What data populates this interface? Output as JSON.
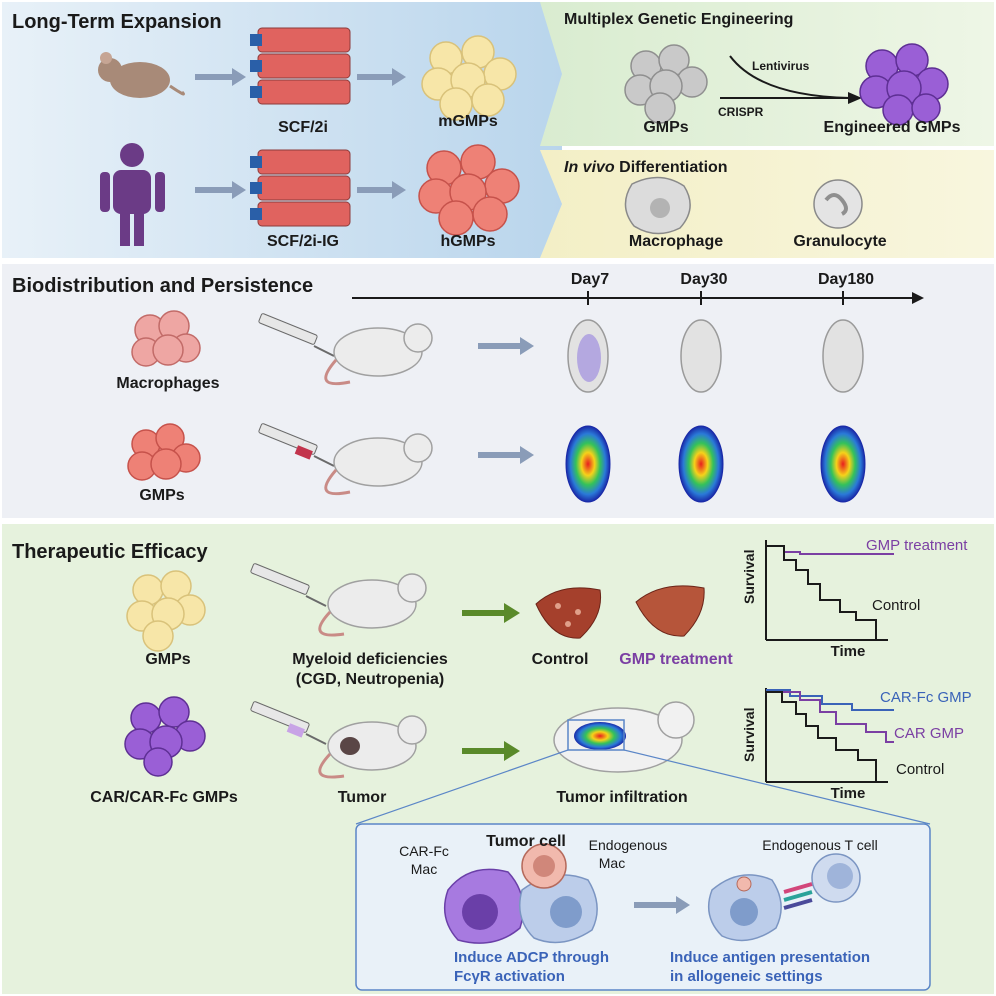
{
  "expansion": {
    "title": "Long-Term Expansion",
    "mouse_medium": "SCF/2i",
    "mouse_product": "mGMPs",
    "human_medium": "SCF/2i-IG",
    "human_product": "hGMPs"
  },
  "engineering": {
    "title": "Multiplex Genetic Engineering",
    "method_lenti": "Lentivirus",
    "method_crispr": "CRISPR",
    "input": "GMPs",
    "output": "Engineered GMPs"
  },
  "differentiation": {
    "title_italic": "In vivo",
    "title_rest": " Differentiation",
    "cell_1": "Macrophage",
    "cell_2": "Granulocyte"
  },
  "biodistribution": {
    "title": "Biodistribution and Persistence",
    "timepoints": [
      "Day7",
      "Day30",
      "Day180"
    ],
    "row_1": "Macrophages",
    "row_2": "GMPs"
  },
  "efficacy": {
    "title": "Therapeutic Efficacy",
    "gmps": "GMPs",
    "disease_line1": "Myeloid deficiencies",
    "disease_line2": "(CGD, Neutropenia)",
    "liver_control": "Control",
    "liver_treated": "GMP treatment",
    "car_gmps": "CAR/CAR-Fc GMPs",
    "tumor": "Tumor",
    "tumor_infiltration": "Tumor infiltration",
    "chart1": {
      "ylabel": "Survival",
      "xlabel": "Time",
      "series_treated": "GMP treatment",
      "series_control": "Control"
    },
    "chart2": {
      "ylabel": "Survival",
      "xlabel": "Time",
      "series_carfc": "CAR-Fc GMP",
      "series_car": "CAR GMP",
      "series_control": "Control"
    },
    "mechanism": {
      "carfc_mac_line1": "CAR-Fc",
      "carfc_mac_line2": "Mac",
      "tumor_cell": "Tumor cell",
      "endo_mac_line1": "Endogenous",
      "endo_mac_line2": "Mac",
      "endo_t": "Endogenous T cell",
      "adcp_line1": "Induce ADCP through",
      "adcp_line2": "FcγR activation",
      "antigen_line1": "Induce antigen presentation",
      "antigen_line2": "in allogeneic settings"
    }
  },
  "colors": {
    "blue_panel": "#c5dcef",
    "green_panel": "#e4f1da",
    "yellow_panel": "#f4f1cf",
    "gray_panel": "#eef0f5",
    "purple_text": "#7b3fa3",
    "blue_text": "#3a63b8",
    "arrow_gray": "#8a9cb8",
    "arrow_green": "#5a8a2a"
  }
}
